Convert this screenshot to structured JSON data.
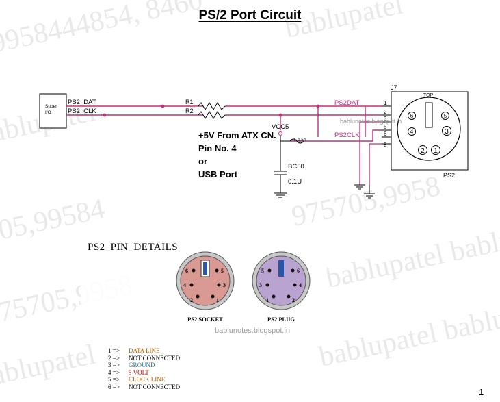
{
  "title": "PS/2 Port Circuit",
  "watermark": {
    "lines": [
      "9958444854, 8460",
      "bablupatel",
      "975705,9958",
      "bablupatel bablu",
      "705,99584",
      "bablunotes.blogspot.in"
    ]
  },
  "circuit": {
    "super_io_label_1": "Super",
    "super_io_label_2": "I/O",
    "net_dat": "PS2_DAT",
    "net_clk": "PS2_CLK",
    "resistor_1": "R1",
    "resistor_2": "R2",
    "net_ps2dat": "PS2DAT",
    "net_ps2clk": "PS2CLK",
    "vcc": "VCC5",
    "fuse": "F 1.5A",
    "capacitor": "BC50",
    "capacitor_value": "0.1U",
    "connector_ref": "J7",
    "connector_top": "TOP",
    "connector_name": "PS2",
    "connector_pins": [
      "1",
      "2",
      "3",
      "5",
      "6",
      "8"
    ],
    "note_line_1": "+5V From ATX CN.",
    "note_line_2": "Pin No. 4",
    "note_line_3": "or",
    "note_line_4": "USB Port",
    "blog": "bablunotes.blogspot.in"
  },
  "pin_details": {
    "title": "PS2_PIN_DETAILS",
    "socket_label": "PS2 SOCKET",
    "plug_label": "PS2 PLUG",
    "blog": "bablunotes.blogspot.in",
    "socket_pins": [
      "6",
      "5",
      "4",
      "3",
      "2",
      "1"
    ],
    "plug_pins": [
      "5",
      "6",
      "3",
      "4",
      "1",
      "2"
    ],
    "legend": [
      {
        "num": "1 =>",
        "text": "DATA LINE",
        "color": "#b35a00"
      },
      {
        "num": "2 =>",
        "text": "NOT CONNECTED",
        "color": "#000000"
      },
      {
        "num": "3 =>",
        "text": "GROUND",
        "color": "#1f6fb5"
      },
      {
        "num": "4 =>",
        "text": "5 VOLT",
        "color": "#cc0000"
      },
      {
        "num": "5 =>",
        "text": "CLOCK LINE",
        "color": "#b35a00"
      },
      {
        "num": "6 =>",
        "text": "NOT CONNECTED",
        "color": "#000000"
      }
    ]
  },
  "page_number": "1",
  "colors": {
    "wire": "#c0307a",
    "socket_fill": "#d89a92",
    "plug_fill": "#b9a3d0",
    "watermark": "#e8e8e8"
  }
}
